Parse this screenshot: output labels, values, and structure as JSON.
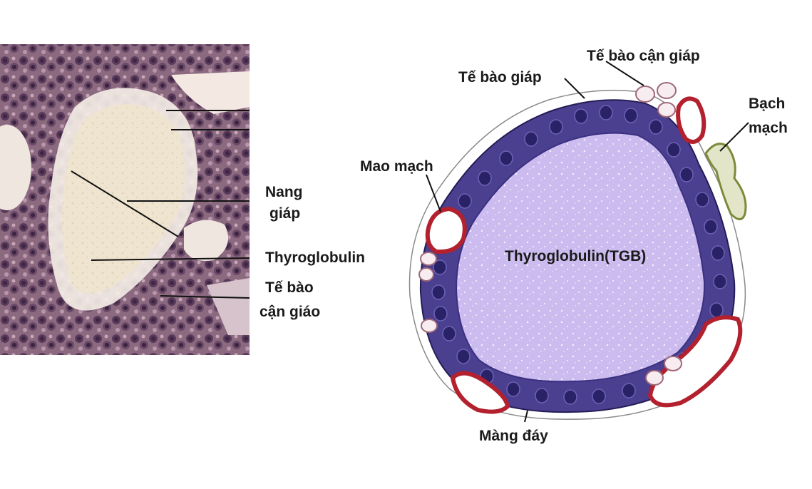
{
  "histology_labels": {
    "nang_line1": "Nang",
    "nang_line2": "giáp",
    "thyroglobulin": "Thyroglobulin",
    "te_bao_line1": "Tế bào",
    "te_bao_line2": "cận giáo"
  },
  "diagram_labels": {
    "te_bao_giap": "Tế bào giáp",
    "te_bao_can_giap": "Tế bào cận giáp",
    "bach_line1": "Bạch",
    "bach_line2": "mạch",
    "mao_mach": "Mao mạch",
    "thyroglobulin_tgb": "Thyroglobulin(TGB)",
    "mang_day": "Màng đáy"
  },
  "colors": {
    "follicle_cell": "#4b3f8f",
    "colloid": "#c9b8ec",
    "nucleus": "#2a2266",
    "capillary": "#b3202e",
    "lymphatic": "#7d8a3a",
    "histology_bg": "#8a6d7c",
    "histology_colloid": "#efe4cf"
  }
}
